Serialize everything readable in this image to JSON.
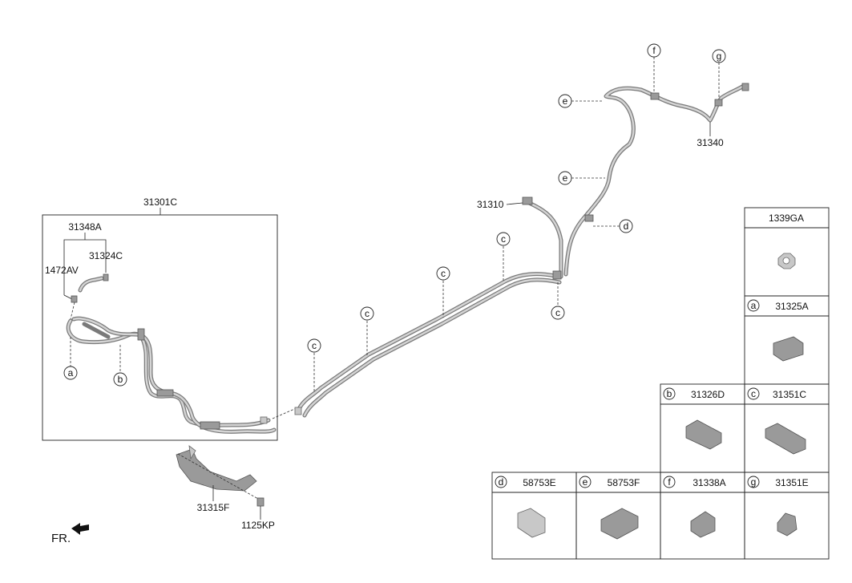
{
  "labels": {
    "assembly": "31301C",
    "p31348A": "31348A",
    "p31324C": "31324C",
    "p1472AV": "1472AV",
    "p31310": "31310",
    "p31340": "31340",
    "p31315F": "31315F",
    "p1125KP": "1125KP",
    "fr": "FR."
  },
  "callouts": {
    "a": "a",
    "b": "b",
    "c": "c",
    "d": "d",
    "e": "e",
    "f": "f",
    "g": "g"
  },
  "legend": {
    "top": "1339GA",
    "a": {
      "letter": "a",
      "part": "31325A"
    },
    "b": {
      "letter": "b",
      "part": "31326D"
    },
    "c": {
      "letter": "c",
      "part": "31351C"
    },
    "d": {
      "letter": "d",
      "part": "58753E"
    },
    "e": {
      "letter": "e",
      "part": "58753F"
    },
    "f": {
      "letter": "f",
      "part": "31338A"
    },
    "g": {
      "letter": "g",
      "part": "31351E"
    }
  }
}
